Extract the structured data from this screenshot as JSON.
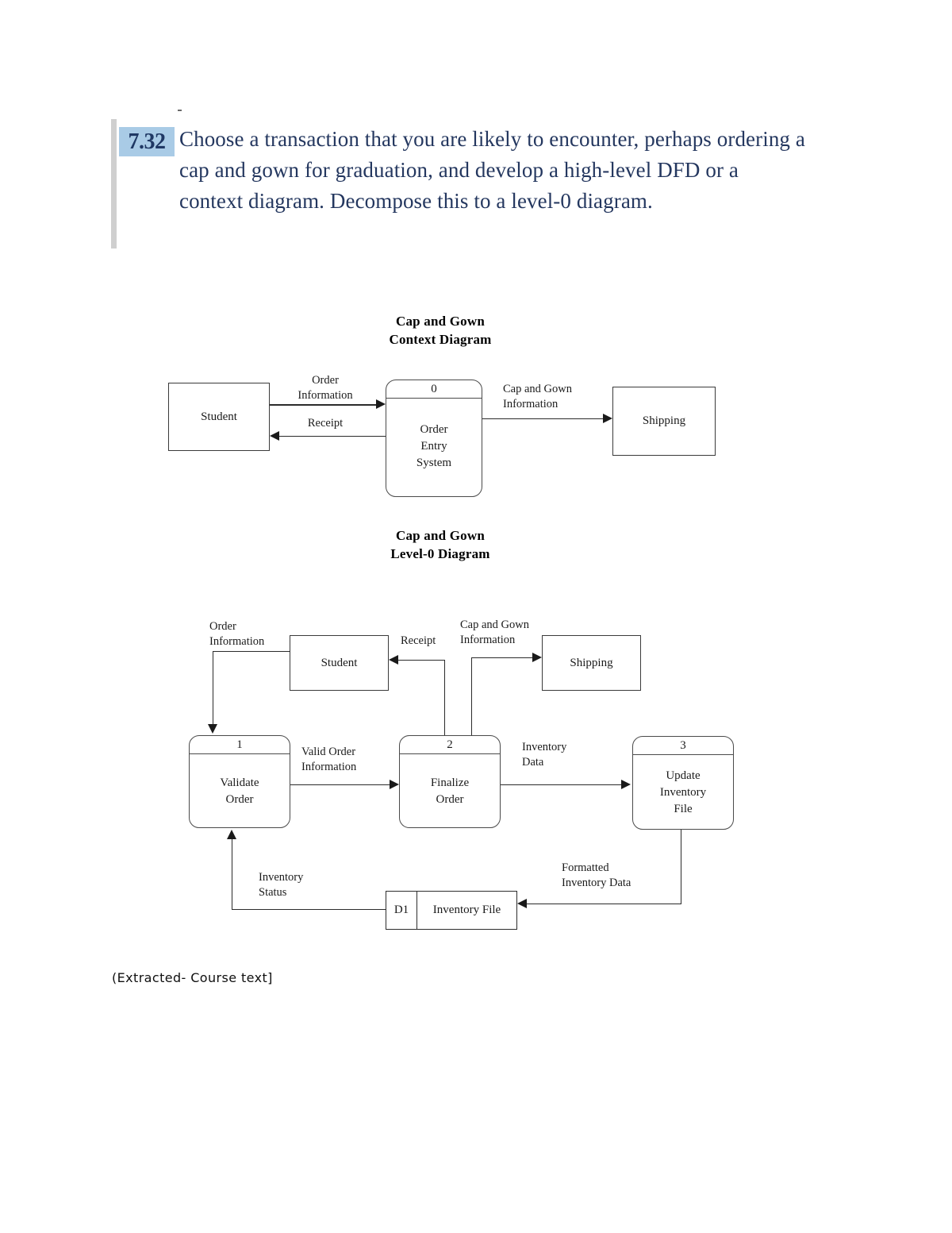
{
  "question": {
    "number": "7.32",
    "text": "Choose a transaction that you are likely to encounter, perhaps ordering a cap and gown for graduation, and develop a high-level DFD or a context diagram. Decompose this to a level-0 diagram.",
    "highlight_color": "#a9cbe6",
    "text_color": "#24375f"
  },
  "context_diagram": {
    "title": "Cap and Gown\nContext Diagram",
    "entities": [
      {
        "name": "Student"
      },
      {
        "name": "Shipping"
      }
    ],
    "process": {
      "number": "0",
      "label": "Order\nEntry\nSystem"
    },
    "flows": [
      {
        "label": "Order\nInformation",
        "from": "Student",
        "to": "Order Entry System"
      },
      {
        "label": "Receipt",
        "from": "Order Entry System",
        "to": "Student"
      },
      {
        "label": "Cap and Gown\nInformation",
        "from": "Order Entry System",
        "to": "Shipping"
      }
    ]
  },
  "level0_diagram": {
    "title": "Cap and Gown\nLevel-0 Diagram",
    "entities": [
      {
        "name": "Student"
      },
      {
        "name": "Shipping"
      }
    ],
    "processes": [
      {
        "number": "1",
        "label": "Validate\nOrder"
      },
      {
        "number": "2",
        "label": "Finalize\nOrder"
      },
      {
        "number": "3",
        "label": "Update\nInventory\nFile"
      }
    ],
    "data_stores": [
      {
        "id": "D1",
        "name": "Inventory File"
      }
    ],
    "flows": [
      {
        "label": "Order\nInformation",
        "from": "Student",
        "to": "Validate Order"
      },
      {
        "label": "Receipt",
        "from": "Finalize Order",
        "to": "Student"
      },
      {
        "label": "Cap and Gown\nInformation",
        "from": "Finalize Order",
        "to": "Shipping"
      },
      {
        "label": "Valid Order\nInformation",
        "from": "Validate Order",
        "to": "Finalize Order"
      },
      {
        "label": "Inventory\nData",
        "from": "Finalize Order",
        "to": "Update Inventory File"
      },
      {
        "label": "Formatted\nInventory Data",
        "from": "Update Inventory File",
        "to": "D1"
      },
      {
        "label": "Inventory\nStatus",
        "from": "D1",
        "to": "Validate Order"
      }
    ]
  },
  "footer": {
    "note": "(Extracted- Course text]"
  }
}
